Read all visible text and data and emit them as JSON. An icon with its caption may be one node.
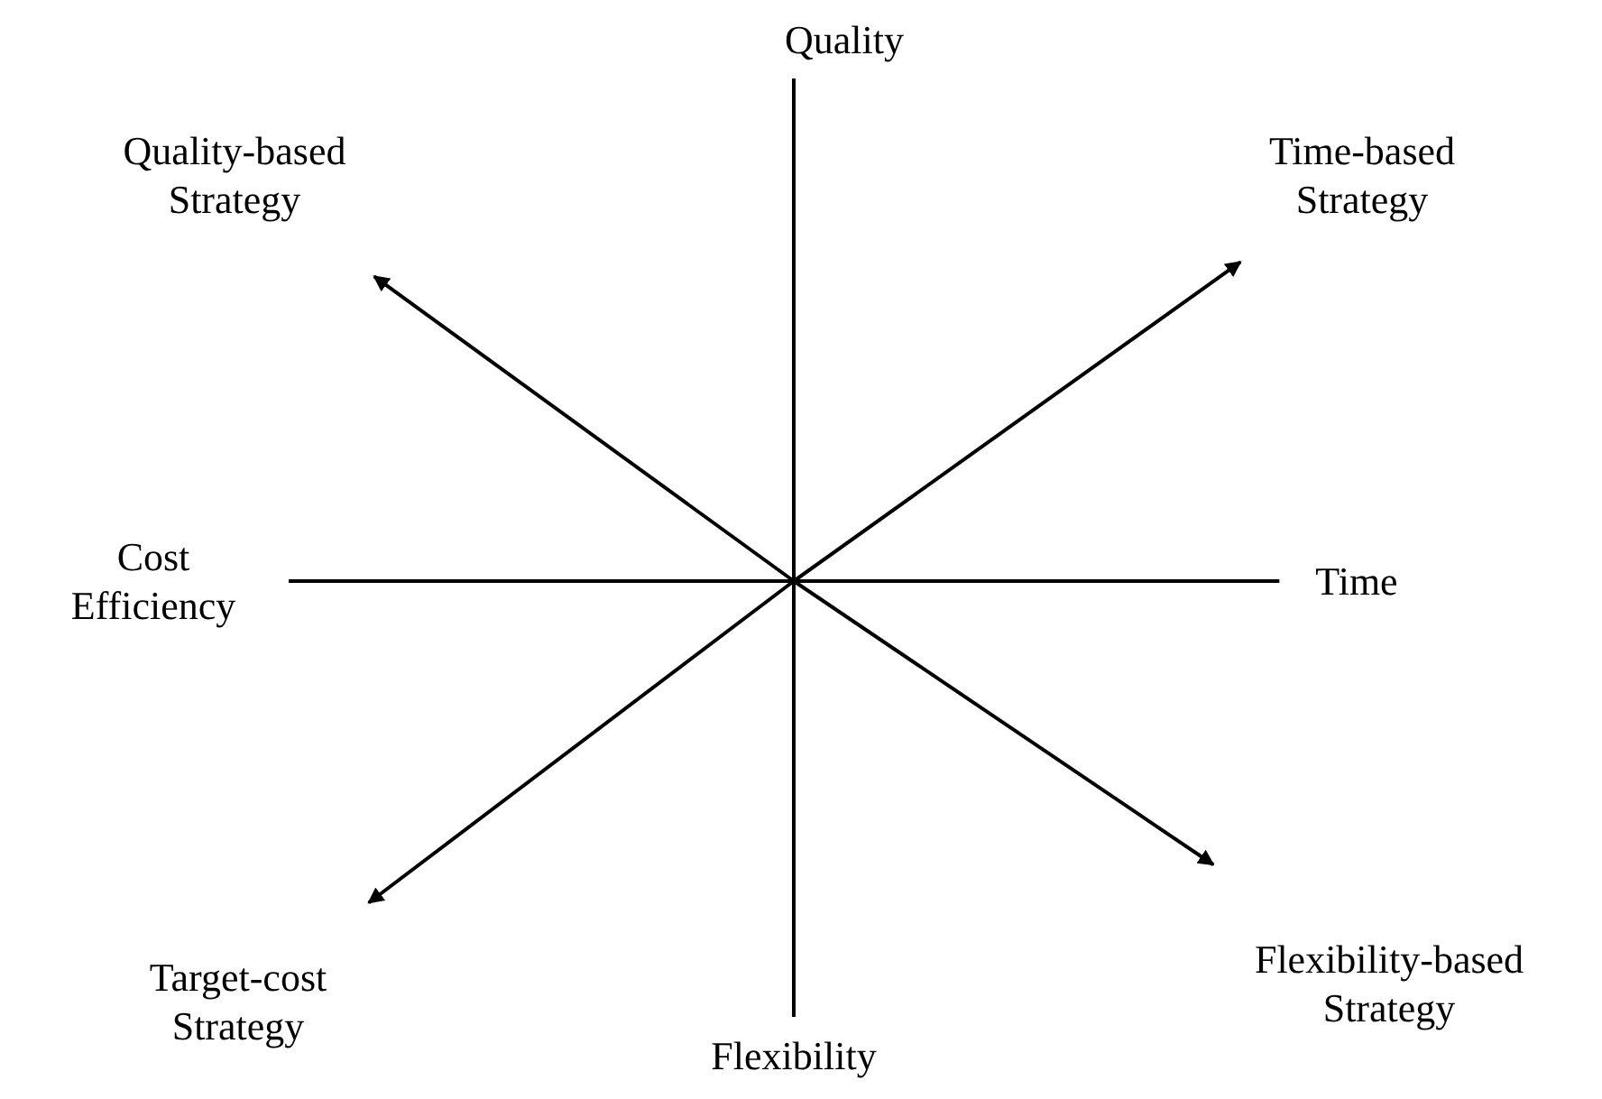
{
  "diagram": {
    "nodes": [
      {
        "text": [
          "Quality"
        ]
      },
      {
        "text": [
          "Quality-based Strategy"
        ]
      },
      {
        "text": [
          "Time-based Strategy"
        ]
      },
      {
        "text": [
          "Cost Efficiency"
        ]
      },
      {
        "text": [
          "Time"
        ]
      },
      {
        "text": [
          "Target-cost Strategy"
        ]
      },
      {
        "text": [
          "Flexibility-based Strategy"
        ]
      },
      {
        "text": [
          "Flexibility"
        ]
      }
    ],
    "edges": [
      {
        "from": 0,
        "to": 7,
        "arrow": "none"
      },
      {
        "from": 3,
        "to": 4,
        "arrow": "none"
      },
      {
        "from": null,
        "to": 1,
        "arrow": "to"
      },
      {
        "from": null,
        "to": 2,
        "arrow": "to"
      },
      {
        "from": null,
        "to": 5,
        "arrow": "to"
      },
      {
        "from": null,
        "to": 6,
        "arrow": "to"
      }
    ]
  }
}
